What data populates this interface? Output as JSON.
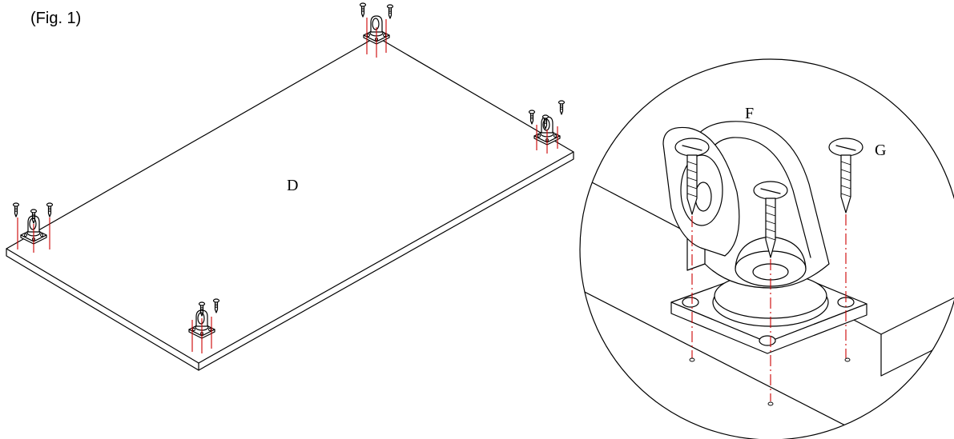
{
  "figure": {
    "label": "(Fig. 1)"
  },
  "parts": {
    "board": "D",
    "caster": "F",
    "screw": "G"
  },
  "colors": {
    "line": "#000000",
    "guide": "#cc0000",
    "background": "#ffffff"
  }
}
